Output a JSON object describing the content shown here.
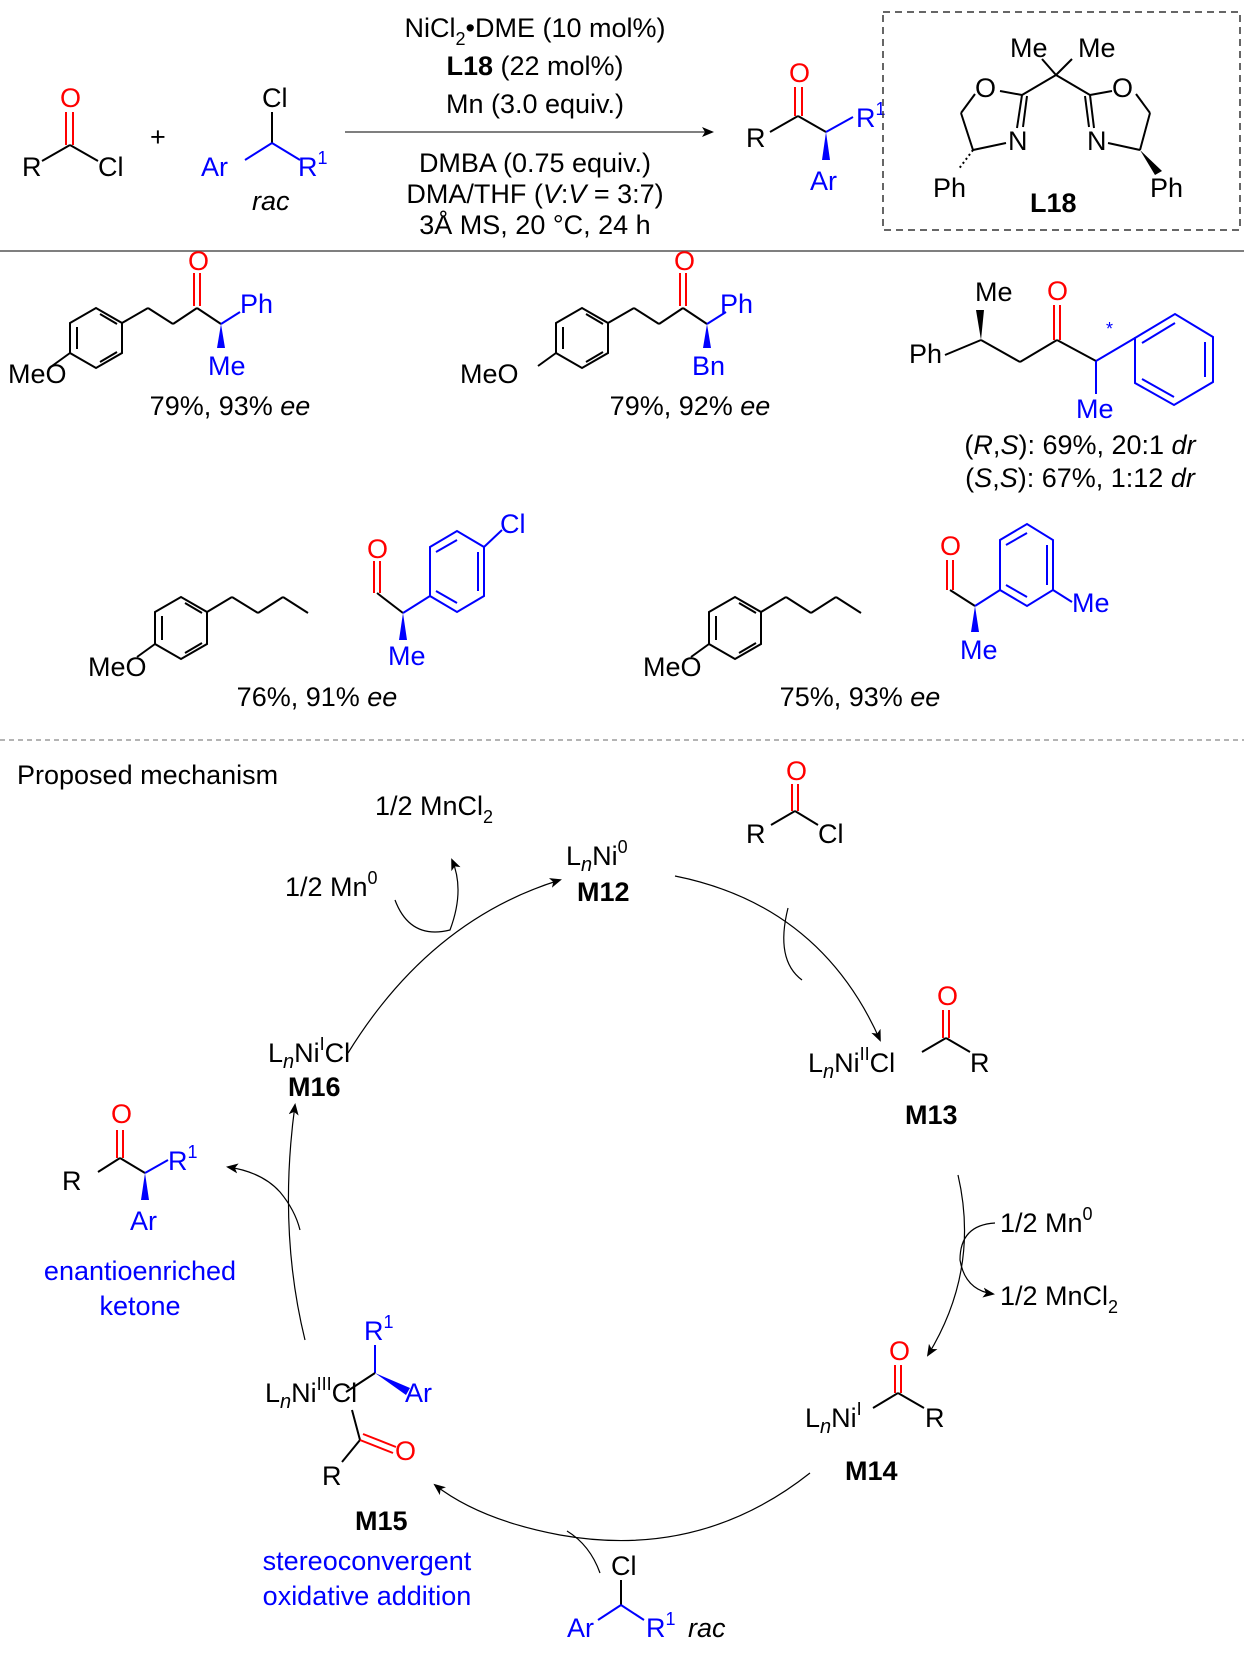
{
  "colors": {
    "substrate": "#0000ff",
    "carbonyl": "#ff0000",
    "text": "#000000"
  },
  "reaction": {
    "reactant1": {
      "r": "R",
      "o": "O",
      "cl": "Cl"
    },
    "plus": "+",
    "reactant2": {
      "cl": "Cl",
      "ar": "Ar",
      "r1": "R",
      "r1_sup": "1",
      "label": "rac"
    },
    "conditions_above": [
      "NiCl2•DME (10 mol%)",
      "L18 (22 mol%)",
      "Mn (3.0 equiv.)"
    ],
    "cond1": {
      "a": "NiCl",
      "sub": "2",
      "b": "•DME (10 mol%)"
    },
    "cond2": {
      "bold": "L18",
      "rest": " (22 mol%)"
    },
    "cond3": "Mn (3.0 equiv.)",
    "cond4": "DMBA (0.75 equiv.)",
    "cond5": {
      "a": "DMA/THF (",
      "v1": "V",
      "colon": ":",
      "v2": "V",
      "b": " = 3:7)"
    },
    "cond6": "3Å MS, 20 °C, 24 h",
    "product": {
      "r": "R",
      "o": "O",
      "ar": "Ar",
      "r1": "R",
      "r1_sup": "1"
    }
  },
  "ligand": {
    "name": "L18",
    "me1": "Me",
    "me2": "Me",
    "o1": "O",
    "o2": "O",
    "n1": "N",
    "n2": "N",
    "ph1": "Ph",
    "ph2": "Ph"
  },
  "examples": [
    {
      "substituent_top": "Ph",
      "substituent_bottom": "Me",
      "yield": "79%, 93% ",
      "ee_label": "ee",
      "meo": "MeO",
      "o": "O"
    },
    {
      "substituent_top": "Ph",
      "substituent_bottom": "Bn",
      "yield": "79%, 92% ",
      "ee_label": "ee",
      "meo": "MeO",
      "o": "O"
    },
    {
      "me_top": "Me",
      "ph": "Ph",
      "o": "O",
      "star": "*",
      "me_bottom": "Me",
      "result1": {
        "a": "(",
        "r": "R",
        "c": ",",
        "s": "S",
        "b": "): 69%, 20:1 ",
        "dr": "dr"
      },
      "result2": {
        "a": "(",
        "r": "S",
        "c": ",",
        "s": "S",
        "b": "): 67%, 1:12 ",
        "dr": "dr"
      }
    },
    {
      "aryl_sub": "Cl",
      "substituent_bottom": "Me",
      "yield": "76%, 91% ",
      "ee_label": "ee",
      "meo": "MeO",
      "o": "O"
    },
    {
      "aryl_sub": "Me",
      "substituent_bottom": "Me",
      "yield": "75%, 93% ",
      "ee_label": "ee",
      "meo": "MeO",
      "o": "O"
    }
  ],
  "mechanism": {
    "title": "Proposed mechanism",
    "M12": {
      "label": "M12",
      "formula_L": "L",
      "n": "n",
      "ni": "Ni",
      "ox": "0"
    },
    "M13": {
      "label": "M13",
      "formula_L": "L",
      "n": "n",
      "ni": "Ni",
      "ox": "II",
      "cl": "Cl",
      "o": "O",
      "r": "R"
    },
    "M14": {
      "label": "M14",
      "formula_L": "L",
      "n": "n",
      "ni": "Ni",
      "ox": "I",
      "o": "O",
      "r": "R"
    },
    "M15": {
      "label": "M15",
      "formula_L": "L",
      "n": "n",
      "ni": "Ni",
      "ox": "III",
      "cl": "Cl",
      "r1": "R",
      "r1_sup": "1",
      "ar": "Ar",
      "r": "R",
      "o": "O",
      "note_line1": "stereoconvergent",
      "note_line2": "oxidative addition"
    },
    "M16": {
      "label": "M16",
      "formula_L": "L",
      "n": "n",
      "ni": "Ni",
      "ox": "I",
      "cl": "Cl"
    },
    "reductant_top": {
      "in_a": "1/2 Mn",
      "in_sup": "0",
      "out_a": "1/2 MnCl",
      "out_sub": "2"
    },
    "reductant_right": {
      "in_a": "1/2 Mn",
      "in_sup": "0",
      "out_a": "1/2 MnCl",
      "out_sub": "2"
    },
    "acyl_chloride": {
      "o": "O",
      "r": "R",
      "cl": "Cl"
    },
    "alkyl_chloride": {
      "cl": "Cl",
      "ar": "Ar",
      "r1": "R",
      "r1_sup": "1",
      "rac": "rac"
    },
    "product": {
      "o": "O",
      "r": "R",
      "r1": "R",
      "r1_sup": "1",
      "ar": "Ar",
      "note_line1": "enantioenriched",
      "note_line2": "ketone"
    }
  }
}
